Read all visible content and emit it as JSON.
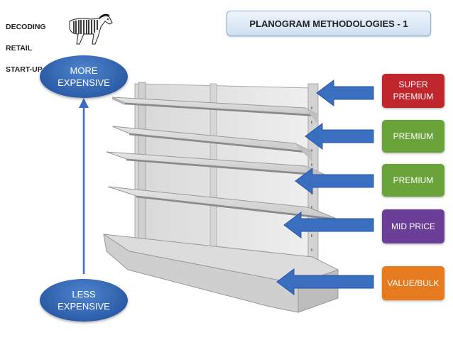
{
  "brand": {
    "lines": [
      "DECODING",
      "RETAIL",
      "START-UP"
    ]
  },
  "title": "PLANOGRAM METHODOLOGIES - 1",
  "scale": {
    "top": [
      "MORE",
      "EXPENSIVE"
    ],
    "bottom": [
      "LESS",
      "EXPENSIVE"
    ]
  },
  "tiers": [
    {
      "lines": [
        "SUPER",
        "PREMIUM"
      ],
      "color": "#c0272d"
    },
    {
      "lines": [
        "PREMIUM"
      ],
      "color": "#6aa33a"
    },
    {
      "lines": [
        "PREMIUM"
      ],
      "color": "#6aa33a"
    },
    {
      "lines": [
        "MID PRICE"
      ],
      "color": "#6b3f98"
    },
    {
      "lines": [
        "VALUE/BULK"
      ],
      "color": "#e67a1e"
    }
  ],
  "colors": {
    "arrow": "#3a6fc0",
    "oval": "#2f62b0"
  },
  "icons": {
    "logo": "zebra-barcode-icon"
  }
}
